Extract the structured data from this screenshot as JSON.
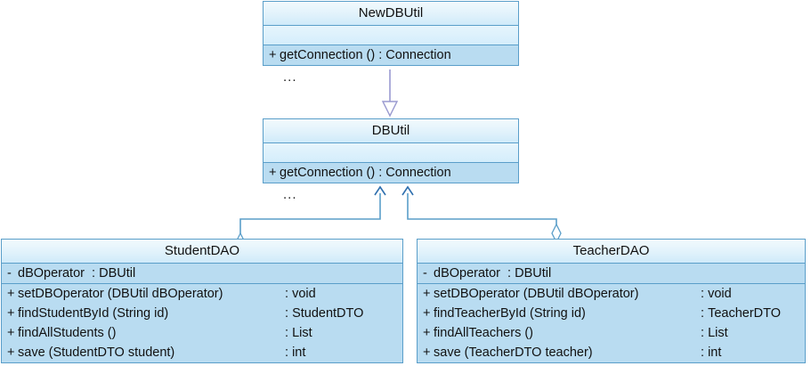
{
  "diagram": {
    "kind": "uml-class-diagram",
    "background": "#ffffff",
    "accent_border": "#5a9ec9",
    "fill_body": "#b9dcf1",
    "fill_header": "#dff1fb",
    "connector_color": "#5a9ec9",
    "generalization_color": "#9a9ad0",
    "ellipsis": "..."
  },
  "classes": {
    "newdbutil": {
      "name": "NewDBUtil",
      "attributes": [],
      "operations": [
        {
          "visibility": "+",
          "signature": "getConnection ()",
          "separator": ":",
          "return_type": "Connection"
        }
      ],
      "ellipsis": "..."
    },
    "dbutil": {
      "name": "DBUtil",
      "attributes": [],
      "operations": [
        {
          "visibility": "+",
          "signature": "getConnection ()",
          "separator": ":",
          "return_type": "Connection"
        }
      ],
      "ellipsis": "..."
    },
    "studentdao": {
      "name": "StudentDAO",
      "attributes": [
        {
          "visibility": "-",
          "signature": "dBOperator",
          "separator": ":",
          "return_type": "DBUtil"
        }
      ],
      "operations": [
        {
          "visibility": "+",
          "signature": "setDBOperator (DBUtil dBOperator)",
          "separator": ":",
          "return_type": "void"
        },
        {
          "visibility": "+",
          "signature": "findStudentById (String id)",
          "separator": ":",
          "return_type": "StudentDTO"
        },
        {
          "visibility": "+",
          "signature": "findAllStudents ()",
          "separator": ":",
          "return_type": "List"
        },
        {
          "visibility": "+",
          "signature": "save (StudentDTO student)",
          "separator": ":",
          "return_type": "int"
        }
      ]
    },
    "teacherdao": {
      "name": "TeacherDAO",
      "attributes": [
        {
          "visibility": "-",
          "signature": "dBOperator",
          "separator": ":",
          "return_type": "DBUtil"
        }
      ],
      "operations": [
        {
          "visibility": "+",
          "signature": "setDBOperator (DBUtil dBOperator)",
          "separator": ":",
          "return_type": "void"
        },
        {
          "visibility": "+",
          "signature": "findTeacherById (String id)",
          "separator": ":",
          "return_type": "TeacherDTO"
        },
        {
          "visibility": "+",
          "signature": "findAllTeachers ()",
          "separator": ":",
          "return_type": "List"
        },
        {
          "visibility": "+",
          "signature": "save (TeacherDTO teacher)",
          "separator": ":",
          "return_type": "int"
        }
      ]
    }
  },
  "relationships": [
    {
      "type": "generalization",
      "from": "NewDBUtil",
      "to": "DBUtil",
      "arrow": "hollow-triangle"
    },
    {
      "type": "aggregation",
      "from": "StudentDAO",
      "to": "DBUtil",
      "arrow": "open-arrow",
      "source_decoration": "hollow-diamond"
    },
    {
      "type": "aggregation",
      "from": "TeacherDAO",
      "to": "DBUtil",
      "arrow": "open-arrow",
      "source_decoration": "hollow-diamond"
    }
  ]
}
